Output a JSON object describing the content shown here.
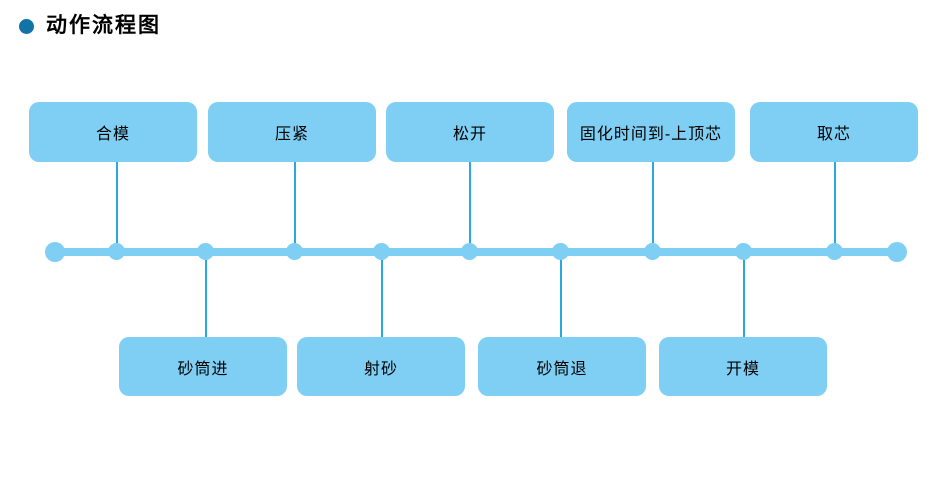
{
  "header": {
    "title": "动作流程图",
    "bullet_icon": "filled-circle",
    "bullet_color": "#1273A6"
  },
  "diagram": {
    "type": "timeline-flow",
    "colors": {
      "node_fill": "#7FCEF3",
      "timeline_bar": "#7FCEF3",
      "timeline_dot": "#7FCEF3",
      "connector_line": "#2AA9E1",
      "node_text": "#000000",
      "background": "#FFFFFF"
    },
    "top_steps": [
      {
        "label": "合模"
      },
      {
        "label": "压紧"
      },
      {
        "label": "松开"
      },
      {
        "label": "固化时间到-上顶芯"
      },
      {
        "label": "取芯"
      }
    ],
    "bottom_steps": [
      {
        "label": "砂筒进"
      },
      {
        "label": "射砂"
      },
      {
        "label": "砂筒退"
      },
      {
        "label": "开模"
      }
    ],
    "timeline": {
      "endpoint_count": 2,
      "inner_dot_count": 9
    }
  }
}
